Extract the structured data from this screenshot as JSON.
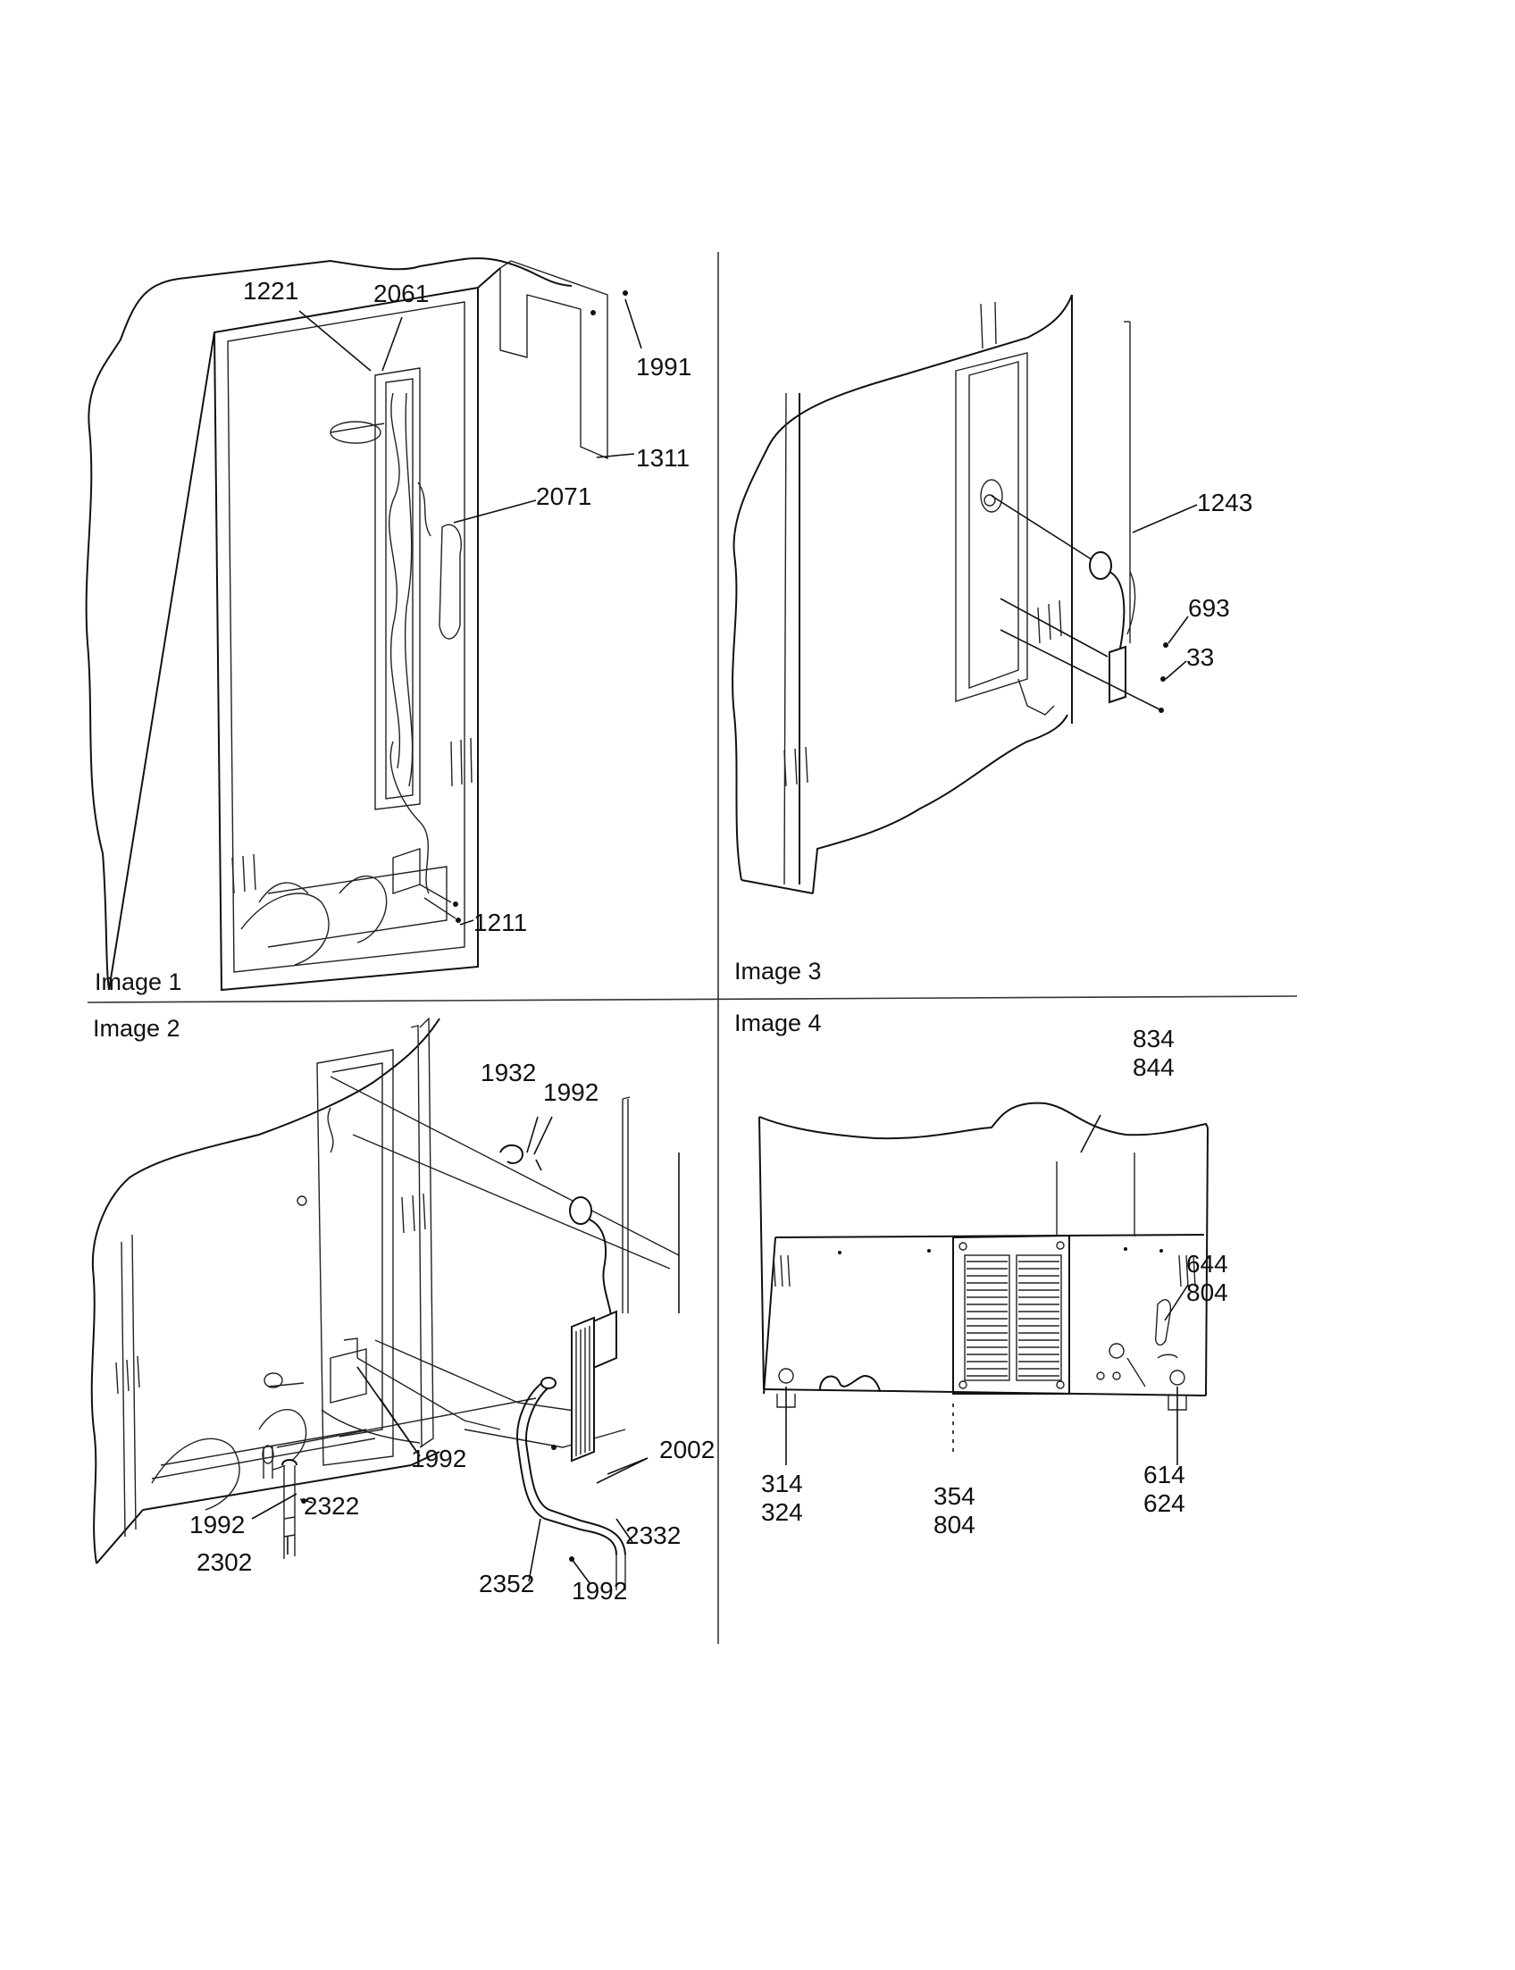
{
  "panels": [
    {
      "caption": "Image 1",
      "labels": [
        "1221",
        "2061",
        "1991",
        "1311",
        "2071",
        "1211"
      ]
    },
    {
      "caption": "Image 2",
      "labels": [
        "1932",
        "1992",
        "1992",
        "2002",
        "1992",
        "2322",
        "2332",
        "2302",
        "2352",
        "1992"
      ]
    },
    {
      "caption": "Image 3",
      "labels": [
        "1243",
        "693",
        "33"
      ]
    },
    {
      "caption": "Image 4",
      "labels": [
        "834",
        "844",
        "644",
        "804",
        "314",
        "324",
        "354",
        "804",
        "614",
        "624"
      ]
    }
  ]
}
